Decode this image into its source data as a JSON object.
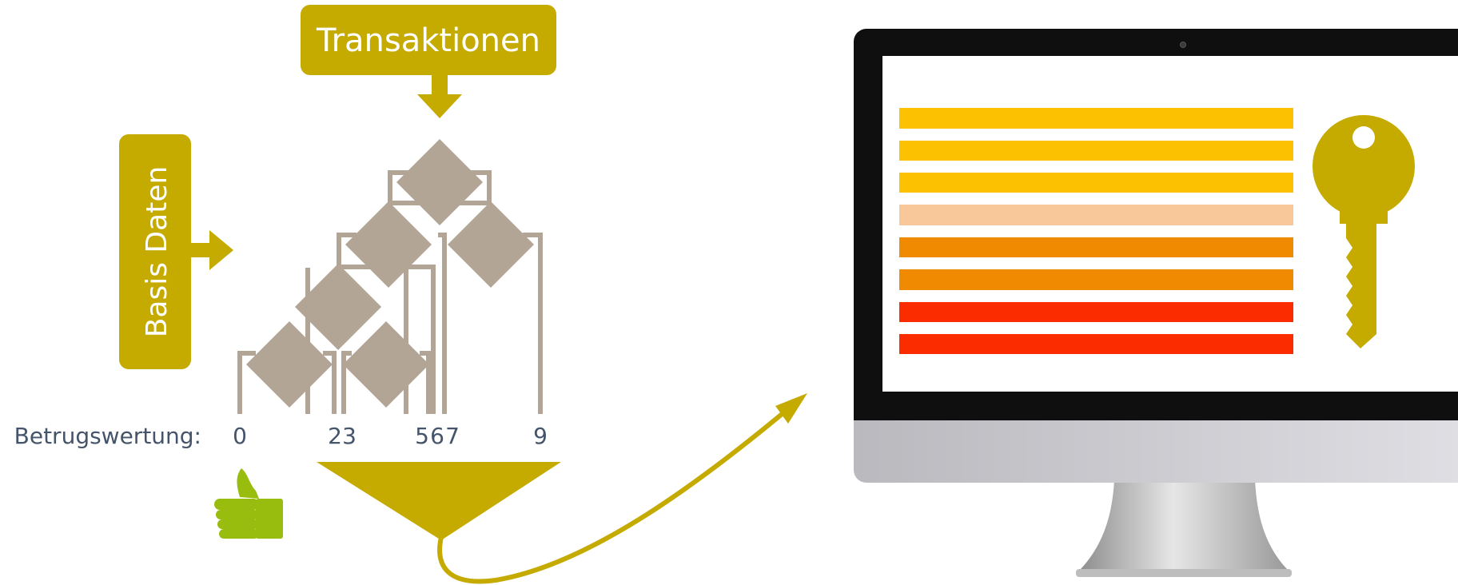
{
  "labels": {
    "transactions": "Transaktionen",
    "base_data": "Basis Daten",
    "fraud_score_label": "Betrugswertung:"
  },
  "scores": [
    "0",
    "2",
    "3",
    "5",
    "6",
    "7",
    "9"
  ],
  "colors": {
    "olive": "#c5aa00",
    "node": "#b3a595",
    "green": "#98bd0f",
    "bars": [
      "#fcc100",
      "#fcc100",
      "#fcc100",
      "#f8c79a",
      "#f08a00",
      "#f08a00",
      "#fb2c00",
      "#fb2c00"
    ]
  },
  "icons": {
    "thumb": "thumbs-up-icon",
    "key": "key-icon",
    "monitor": "monitor-icon"
  }
}
